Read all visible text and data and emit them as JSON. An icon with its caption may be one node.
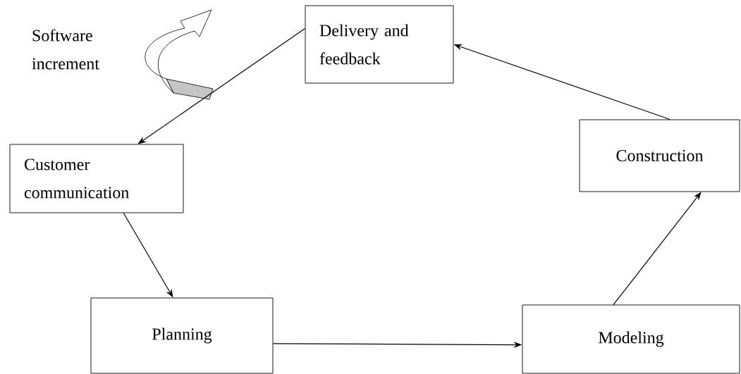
{
  "diagram": {
    "nodes": [
      {
        "text": [
          "Delivery and feedback"
        ]
      },
      {
        "text": [
          "Customer communication"
        ]
      },
      {
        "text": [
          "Planning"
        ]
      },
      {
        "text": [
          "Modeling"
        ]
      },
      {
        "text": [
          "Construction"
        ]
      }
    ],
    "edges": [
      {
        "from": 0,
        "to": 1,
        "arrow": "to"
      },
      {
        "from": 1,
        "to": 2,
        "arrow": "to"
      },
      {
        "from": 2,
        "to": 3,
        "arrow": "to"
      },
      {
        "from": 3,
        "to": 4,
        "arrow": "to"
      },
      {
        "from": 4,
        "to": 0,
        "arrow": "to"
      }
    ],
    "labels": [
      "Software increment"
    ]
  }
}
